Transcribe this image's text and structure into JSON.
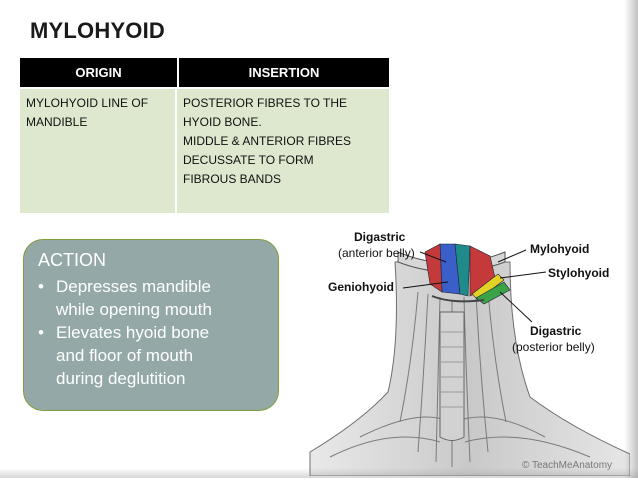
{
  "title": "MYLOHYOID",
  "table": {
    "headers": [
      "ORIGIN",
      "INSERTION"
    ],
    "origin_lines": [
      "MYLOHYOID LINE OF",
      "MANDIBLE"
    ],
    "insertion_lines": [
      "POSTERIOR FIBRES TO THE",
      "HYOID BONE.",
      "MIDDLE & ANTERIOR FIBRES",
      "DECUSSATE TO FORM",
      "FIBROUS BANDS"
    ]
  },
  "action": {
    "title": "ACTION",
    "items": [
      [
        "Depresses mandible",
        "while opening mouth"
      ],
      [
        "Elevates hyoid bone",
        "and floor of mouth",
        "during deglutition"
      ]
    ]
  },
  "figure": {
    "labels": {
      "digastric_anterior_line1": "Digastric",
      "digastric_anterior_line2": "(anterior belly)",
      "geniohyoid": "Geniohyoid",
      "mylohyoid": "Mylohyoid",
      "stylohyoid": "Stylohyoid",
      "digastric_posterior_line1": "Digastric",
      "digastric_posterior_line2": "(posterior belly)"
    },
    "watermark": "TeachMeAnatomy",
    "colors": {
      "digastric_anterior": "#3b5fc9",
      "geniohyoid": "#1f8a8a",
      "mylohyoid": "#c43a3a",
      "stylohyoid": "#e3d226",
      "digastric_posterior": "#3aa348"
    }
  },
  "colors": {
    "header_bg": "#000000",
    "cell_bg": "#dde8cf",
    "action_bg": "#95a8a8",
    "action_border": "#7f9f3a"
  }
}
